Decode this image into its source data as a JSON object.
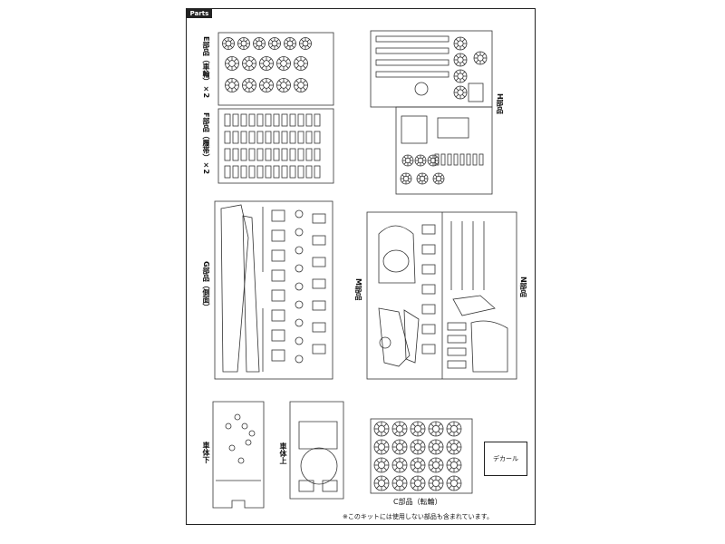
{
  "header": {
    "parts_tag": "Parts"
  },
  "sprues": {
    "e": "E部品（車輪）×2",
    "f": "F部品（履帯）×2",
    "h": "H部品",
    "g": "G部品（側面）",
    "m": "M部品",
    "n": "N部品",
    "lower_hull": "車体下",
    "upper_hull": "車体上",
    "c": "C部品（転輪）"
  },
  "decal_label": "デカール",
  "footnote": "※このキットには使用しない部品も含まれています。"
}
